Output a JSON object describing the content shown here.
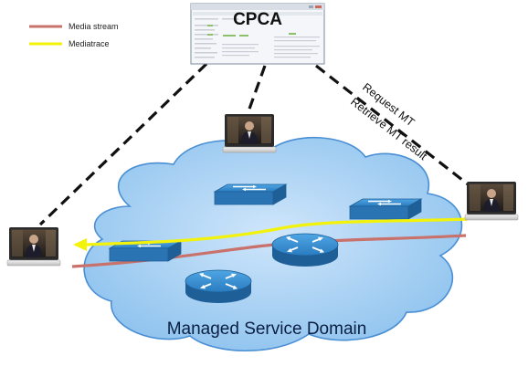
{
  "legend": {
    "media_stream_label": "Media stream",
    "media_stream_color": "#c9716b",
    "mediatrace_label": "Mediatrace",
    "mediatrace_color": "#f2f20a"
  },
  "server": {
    "title": "CPCA"
  },
  "annotations": {
    "request_label": "Request MT",
    "retrieve_label": "Retrieve MT result"
  },
  "cloud": {
    "label": "Managed Service Domain",
    "fill_color": "#a9d3f5",
    "stroke_color": "#4a8fd4"
  },
  "devices": {
    "video_endpoint_icon": "video-endpoint-icon",
    "switch_icon": "switch-icon",
    "router_icon": "router-icon",
    "device_color": "#2e7fc0"
  }
}
